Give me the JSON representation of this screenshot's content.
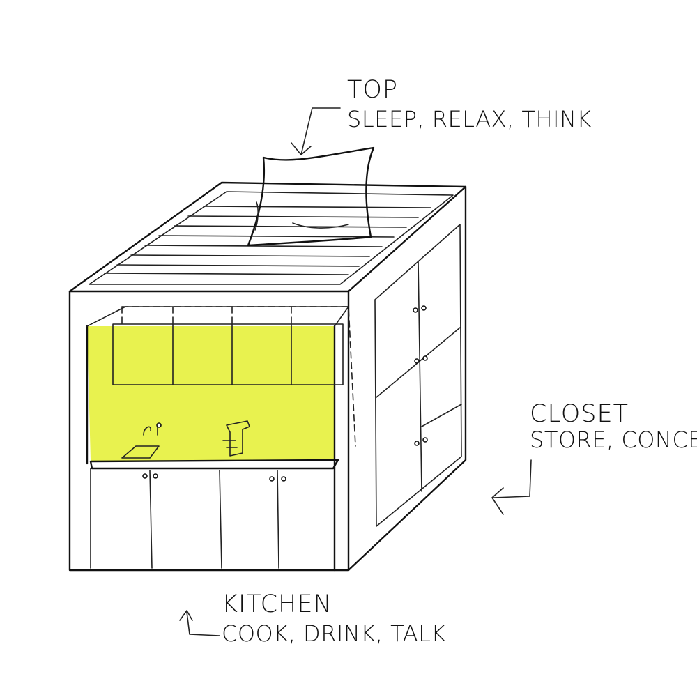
{
  "accent_color": "#e8f24f",
  "annotations": {
    "top": {
      "title": "TOP",
      "activities": "SLEEP, RELAX, THINK"
    },
    "closet": {
      "title": "CLOSET",
      "activities": "STORE, CONCEAL"
    },
    "kitchen": {
      "title": "KITCHEN",
      "activities": "COOK, DRINK, TALK"
    }
  }
}
